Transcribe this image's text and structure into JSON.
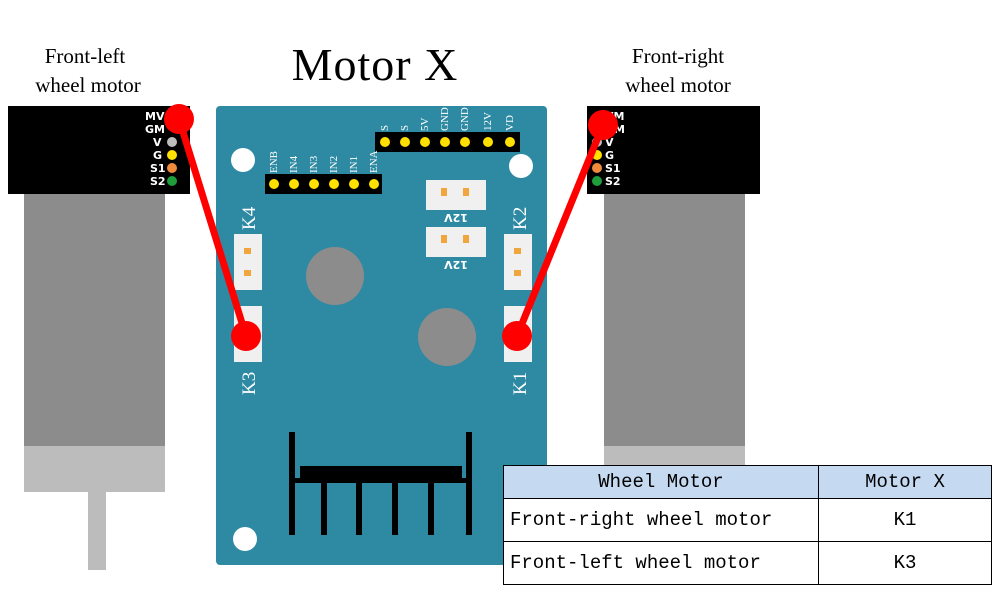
{
  "title": "Motor X",
  "left_motor": {
    "caption_line1": "Front-left",
    "caption_line2": "wheel motor",
    "pins": [
      "MV",
      "GM",
      "V",
      "G",
      "S1",
      "S2"
    ]
  },
  "right_motor": {
    "caption_line1": "Front-right",
    "caption_line2": "wheel motor",
    "pins": [
      "VM",
      "GM",
      "V",
      "G",
      "S1",
      "S2"
    ]
  },
  "board": {
    "top_header_pins": [
      "S",
      "S",
      "5V",
      "GND",
      "GND",
      "12V",
      "VD"
    ],
    "left_header_pins": [
      "ENB",
      "IN4",
      "IN3",
      "IN2",
      "IN1",
      "ENA"
    ],
    "connector_12v_label": "12V",
    "ports": {
      "k1": "K1",
      "k2": "K2",
      "k3": "K3",
      "k4": "K4"
    }
  },
  "table": {
    "headers": [
      "Wheel Motor",
      "Motor X"
    ],
    "rows": [
      [
        "Front-right wheel motor",
        "K1"
      ],
      [
        "Front-left wheel motor",
        "K3"
      ]
    ]
  },
  "colors": {
    "board": "#2e8aa3",
    "wire": "#ff0000",
    "header_pin": "#ffe000",
    "table_header": "#c5d9f1"
  }
}
